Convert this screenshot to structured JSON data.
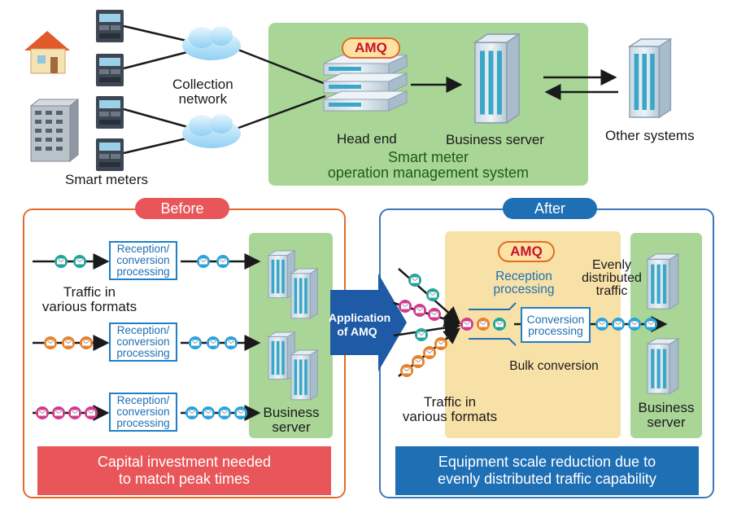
{
  "top": {
    "smart_meters": "Smart meters",
    "collection_network": "Collection\nnetwork",
    "amq": "AMQ",
    "head_end": "Head end",
    "business_server": "Business server",
    "other_systems": "Other systems",
    "system_title": "Smart meter\noperation management system"
  },
  "before": {
    "label": "Before",
    "traffic_label": "Traffic in\nvarious formats",
    "processing_boxes": [
      "Reception/\nconversion\nprocessing",
      "Reception/\nconversion\nprocessing",
      "Reception/\nconversion\nprocessing"
    ],
    "business_server": "Business\nserver",
    "banner": "Capital investment needed\nto match peak times"
  },
  "arrow_label": "Application\nof AMQ",
  "after": {
    "label": "After",
    "amq": "AMQ",
    "reception": "Reception\nprocessing",
    "evenly": "Evenly\ndistributed\ntraffic",
    "conversion": "Conversion\nprocessing",
    "bulk": "Bulk conversion",
    "traffic_label": "Traffic in\nvarious formats",
    "business_server": "Business\nserver",
    "banner": "Equipment scale reduction due to\nevenly distributed traffic capability"
  },
  "colors": {
    "green_panel": "#9fd08c",
    "orange_panel": "#f8e1a6",
    "before_red": "#e8565a",
    "after_blue": "#1f6fb5",
    "envelope_teal": "#23a49c",
    "envelope_orange": "#e8822a",
    "envelope_magenta": "#d33a8f",
    "envelope_blue": "#2aa3dc"
  }
}
